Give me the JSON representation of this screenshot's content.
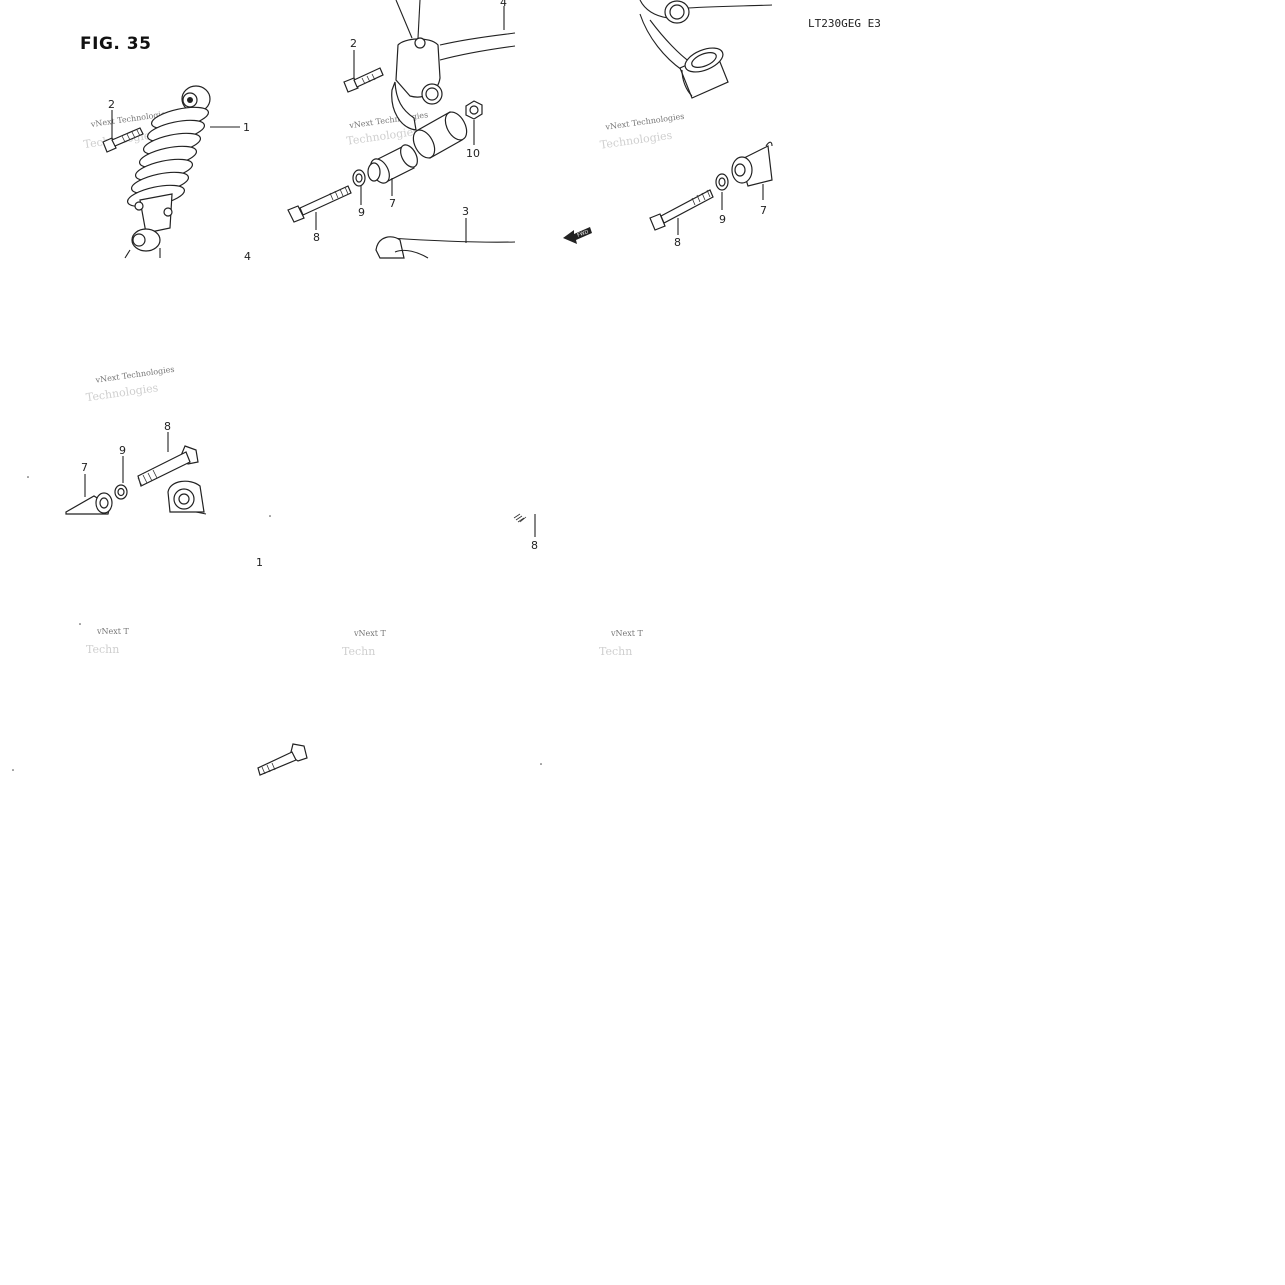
{
  "figure": {
    "title": "FIG. 35",
    "model_code": "LT230GEG  E3",
    "fwd_label": "FWD"
  },
  "callouts": {
    "shock_absorber": "1",
    "shock_bolt_left": "2",
    "shock_lower_4": "4",
    "bracket_bolt": "2",
    "swingarm_4": "4",
    "nut": "10",
    "bushing_center": "7",
    "washer_center": "9",
    "bolt_center": "8",
    "swingarm_3": "3",
    "washer_right": "9",
    "bolt_right": "8",
    "bushing_right": "7",
    "bolt_lower": "8",
    "washer_lower": "9",
    "bushing_lower": "7",
    "bolt_mid": "8",
    "shock_mid": "1"
  },
  "watermark": {
    "line1": "vNext Technologies",
    "line2": "Technologies"
  }
}
